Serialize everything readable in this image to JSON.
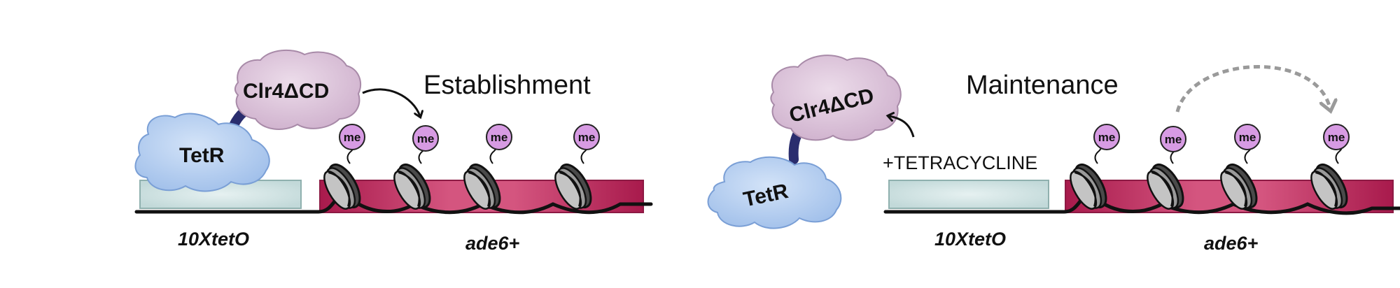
{
  "establishment": {
    "title": "Establishment",
    "protein": "Clr4ΔCD",
    "repressor": "TetR",
    "methyl_mark": "me",
    "operator_label": "10XtetO",
    "gene_label": "ade6+"
  },
  "maintenance": {
    "title": "Maintenance",
    "protein": "Clr4ΔCD",
    "repressor": "TetR",
    "drug_label": "+TETRACYCLINE",
    "methyl_mark": "me",
    "operator_label": "10XtetO",
    "gene_label": "ade6+"
  },
  "colors": {
    "gene_region": "#b01e52",
    "operator_region": "#cfe3e3",
    "clr4": "#dcc3d8",
    "tetr": "#b5cdef",
    "me_circle": "#d79be3",
    "dna": "#111111",
    "linker": "#2a2d6e",
    "maintenance_arrow": "#9a9a9a"
  }
}
